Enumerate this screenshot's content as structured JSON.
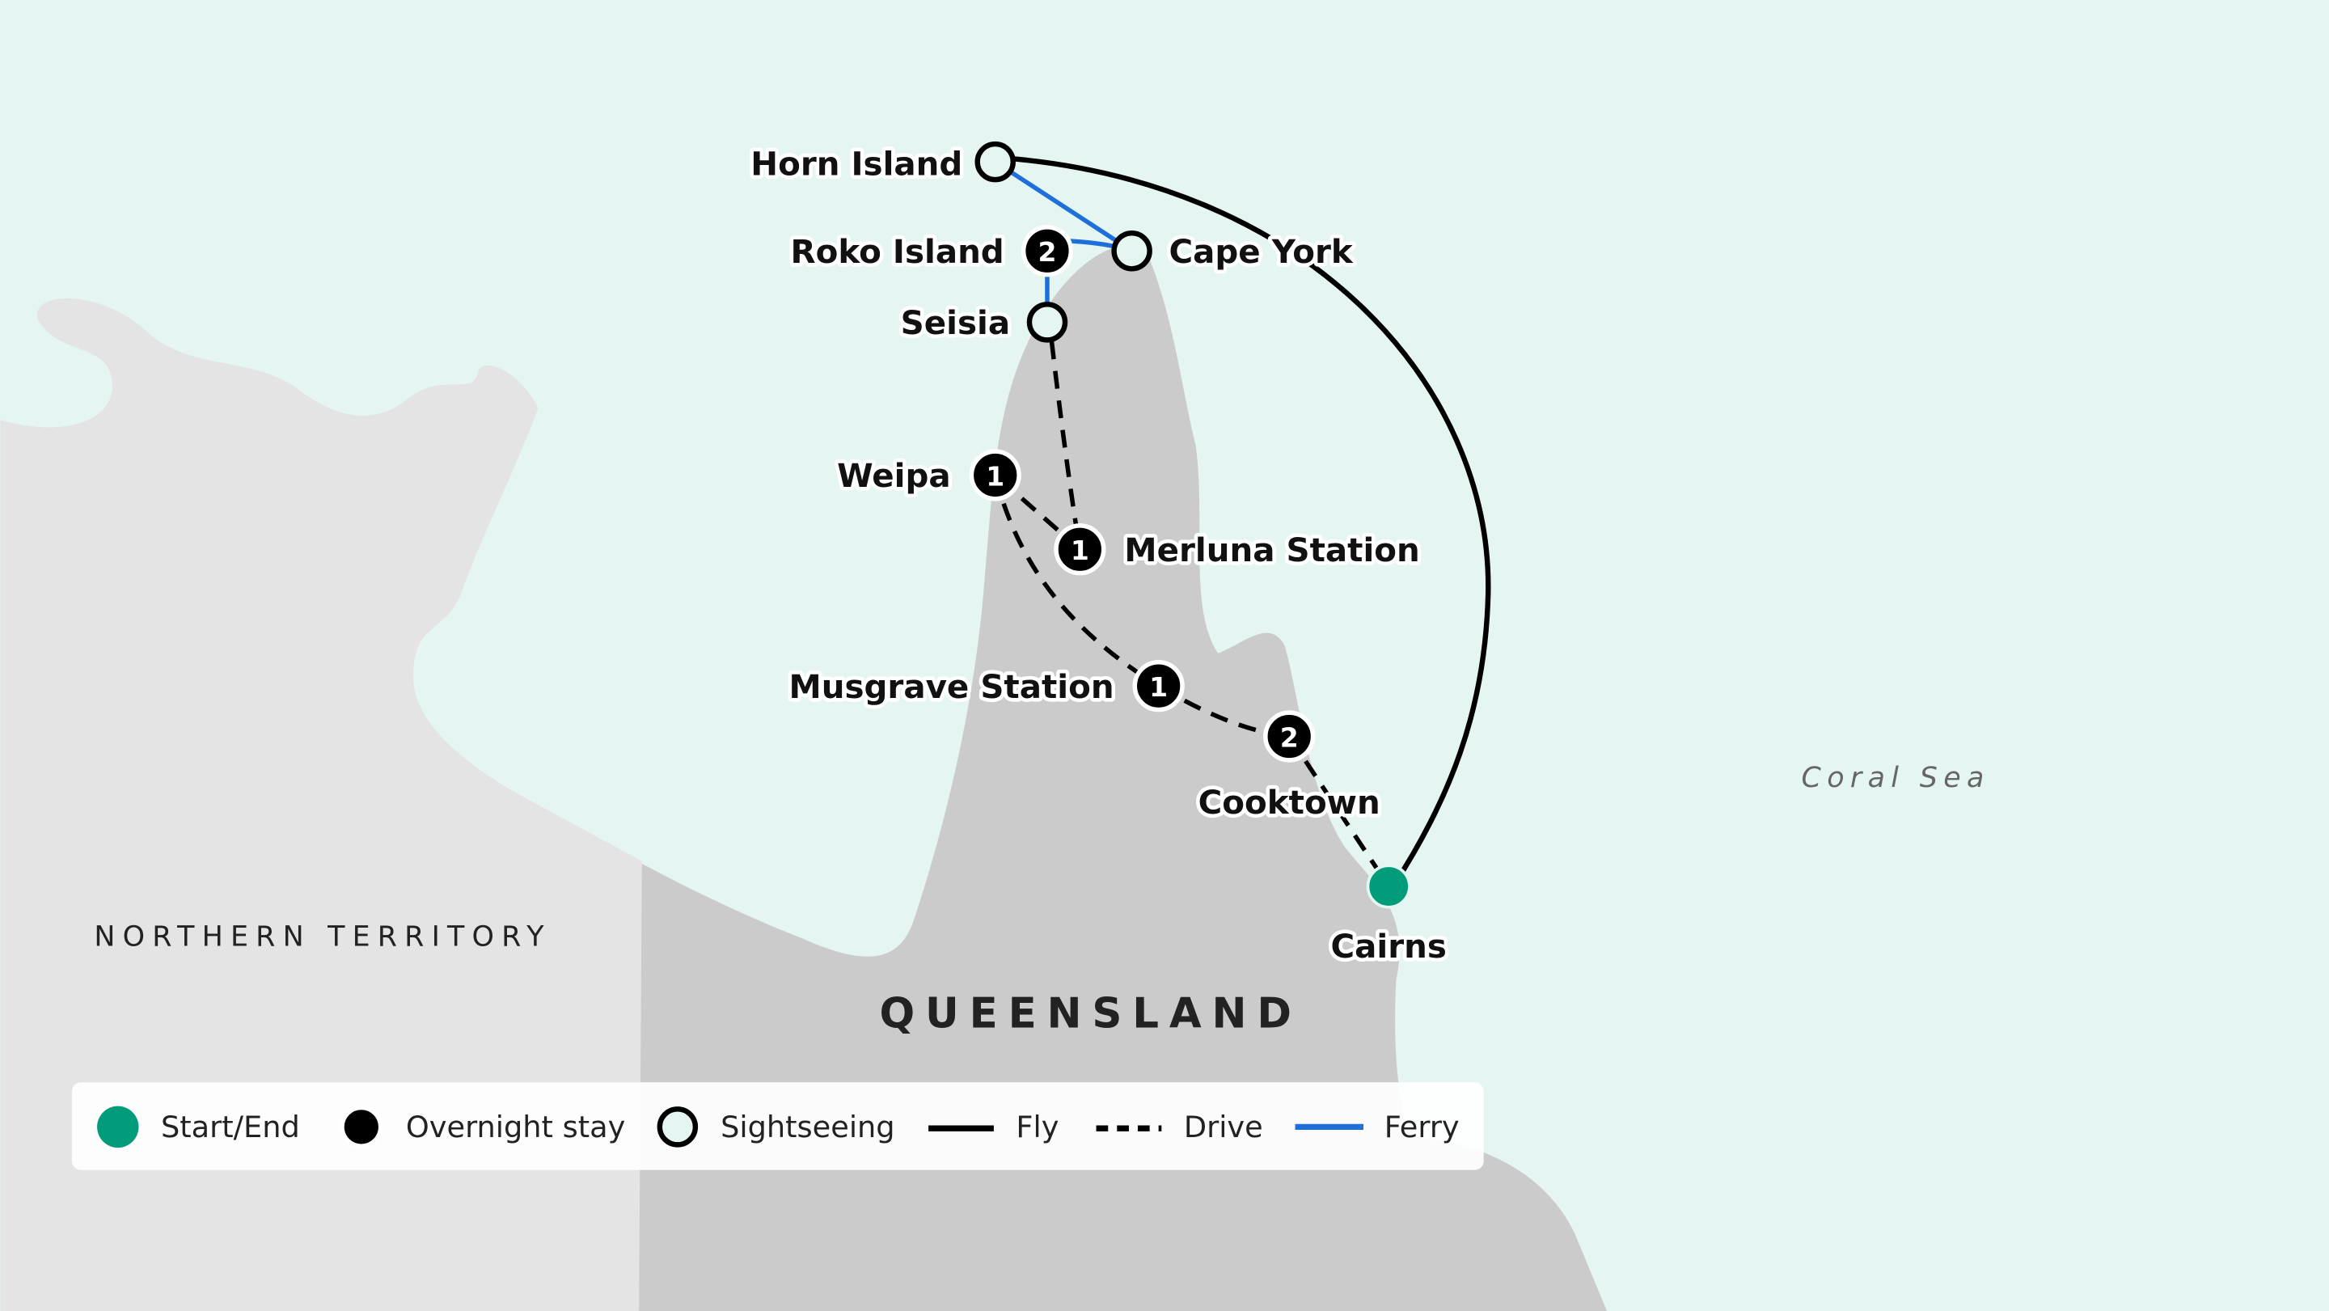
{
  "colors": {
    "sea": "#e5f5f1",
    "land_qld": "#cbcbcb",
    "land_nt": "#e4e4e4",
    "start": "#039c7b",
    "fly": "#000000",
    "ferry": "#1e6fd9"
  },
  "regions": {
    "nt": "NORTHERN TERRITORY",
    "qld": "QUEENSLAND",
    "sea": "Coral Sea"
  },
  "stops": [
    {
      "name": "Horn Island",
      "type": "sightseeing"
    },
    {
      "name": "Roko Island",
      "type": "overnight",
      "nights": "2"
    },
    {
      "name": "Cape York",
      "type": "sightseeing"
    },
    {
      "name": "Seisia",
      "type": "sightseeing"
    },
    {
      "name": "Weipa",
      "type": "overnight",
      "nights": "1"
    },
    {
      "name": "Merluna Station",
      "type": "overnight",
      "nights": "1"
    },
    {
      "name": "Musgrave Station",
      "type": "overnight",
      "nights": "1"
    },
    {
      "name": "Cooktown",
      "type": "overnight",
      "nights": "2"
    },
    {
      "name": "Cairns",
      "type": "start-end"
    }
  ],
  "legend": {
    "start": "Start/End",
    "overnight": "Overnight stay",
    "sightseeing": "Sightseeing",
    "fly": "Fly",
    "drive": "Drive",
    "ferry": "Ferry"
  }
}
